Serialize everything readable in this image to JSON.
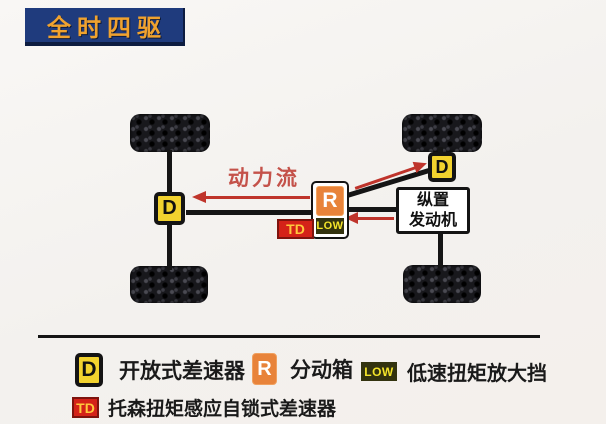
{
  "banner": {
    "title": "全时四驱"
  },
  "diagram": {
    "power_flow_label": "动力流",
    "left_differential": "D",
    "right_differential": "D",
    "transfer_case": "R",
    "low_gear": "LOW",
    "torsen": "TD",
    "engine": {
      "line1": "纵置",
      "line2": "发动机"
    }
  },
  "legend": {
    "items": [
      {
        "icon": "D",
        "label": "开放式差速器"
      },
      {
        "icon": "R",
        "label": "分动箱"
      },
      {
        "icon": "LOW",
        "label": "低速扭矩放大挡"
      },
      {
        "icon": "TD",
        "label": "托森扭矩感应自锁式差速器"
      }
    ]
  },
  "colors": {
    "banner_bg": "#1f3b7d",
    "banner_text": "#f0a22e",
    "differential_yellow": "#f2d22e",
    "transfer_case_orange": "#e8833a",
    "low_bg": "#33330f",
    "low_text": "#f4e42a",
    "td_bg": "#d42218",
    "td_text": "#ffc83c",
    "arrow_red": "#bf342b",
    "shaft_black": "#151515"
  }
}
